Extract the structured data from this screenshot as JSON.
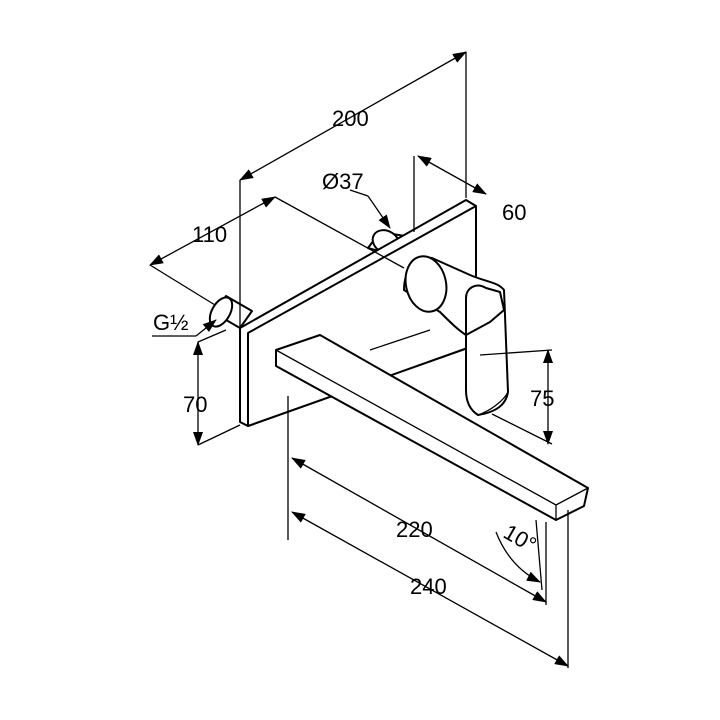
{
  "drawing": {
    "dimensions": {
      "d200": "200",
      "d60": "60",
      "d37": "Ø37",
      "d110": "110",
      "g_thread": "G½",
      "d70": "70",
      "d75": "75",
      "d220": "220",
      "d240": "240",
      "angle": "10°"
    }
  }
}
